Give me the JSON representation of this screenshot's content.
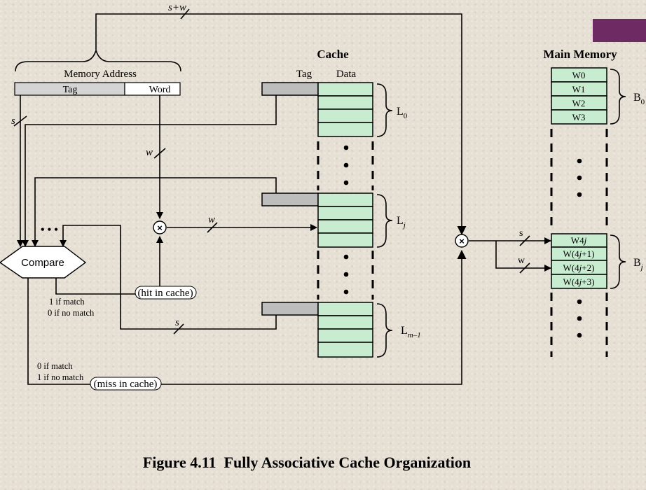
{
  "figure": {
    "caption": "Figure 4.11  Fully Associative Cache Organization"
  },
  "address": {
    "top_label": "s+w",
    "title": "Memory Address",
    "tag_field": "Tag",
    "word_field": "Word",
    "s_label": "s",
    "w_label": "w"
  },
  "cache": {
    "title": "Cache",
    "tag_header": "Tag",
    "data_header": "Data",
    "line_0": "L",
    "line_0_sub": "0",
    "line_j": "L",
    "line_j_sub": "j",
    "line_m": "L",
    "line_m_sub": "m–1"
  },
  "compare": {
    "label": "Compare",
    "dots": "• • •",
    "hit_label": "(hit in cache)",
    "miss_label": "(miss in cache)",
    "match1": "1 if match",
    "nomatch0": "0 if no match",
    "match0": "0 if match",
    "nomatch1": "1 if no match",
    "s_bus": "s",
    "w_bus": "w"
  },
  "memory": {
    "title": "Main Memory",
    "words_top": [
      "W0",
      "W1",
      "W2",
      "W3"
    ],
    "b0": "B",
    "b0_sub": "0",
    "words_j": [
      {
        "pre": "W4",
        "j": "j",
        "post": ""
      },
      {
        "pre": "W(4",
        "j": "j",
        "post": "+1)"
      },
      {
        "pre": "W(4",
        "j": "j",
        "post": "+2)"
      },
      {
        "pre": "W(4",
        "j": "j",
        "post": "+3)"
      }
    ],
    "bj": "B",
    "bj_sub": "j",
    "s_in": "s",
    "w_in": "w"
  },
  "colors": {
    "cache_data": "#c8ecd0",
    "cache_tag": "#bdbdbd",
    "corner_accent": "#6e2a63"
  }
}
